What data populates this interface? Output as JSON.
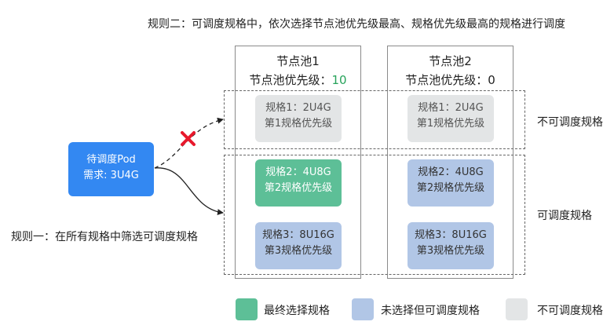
{
  "rules": {
    "rule_two": "规则二：可调度规格中，依次选择节点池优先级最高、规格优先级最高的规格进行调度",
    "rule_one": "规则一：在所有规格中筛选可调度规格"
  },
  "pod": {
    "line1": "待调度Pod",
    "line2": "需求: 3U4G"
  },
  "pools": [
    {
      "title": "节点池1",
      "priority_label": "节点池优先级：",
      "priority_value": "10",
      "flavors": [
        {
          "name": "规格1：2U4G",
          "priority": "第1规格优先级",
          "state": "not_schedulable"
        },
        {
          "name": "规格2：4U8G",
          "priority": "第2规格优先级",
          "state": "final_selected"
        },
        {
          "name": "规格3：8U16G",
          "priority": "第3规格优先级",
          "state": "schedulable_not_selected"
        }
      ]
    },
    {
      "title": "节点池2",
      "priority_label": "节点池优先级：",
      "priority_value": "0",
      "flavors": [
        {
          "name": "规格1：2U4G",
          "priority": "第1规格优先级",
          "state": "not_schedulable"
        },
        {
          "name": "规格2：4U8G",
          "priority": "第2规格优先级",
          "state": "schedulable_not_selected"
        },
        {
          "name": "规格3：8U16G",
          "priority": "第3规格优先级",
          "state": "schedulable_not_selected"
        }
      ]
    }
  ],
  "groups": {
    "not_schedulable": "不可调度规格",
    "schedulable": "可调度规格"
  },
  "legend": [
    {
      "label": "最终选择规格",
      "color": "#5dbf97"
    },
    {
      "label": "未选择但可调度规格",
      "color": "#b1c6e6"
    },
    {
      "label": "不可调度规格",
      "color": "#e3e5e6"
    }
  ],
  "colors": {
    "pod": "#3388f2",
    "high_priority_text": "#27a35b",
    "rejected_mark": "#e8192c"
  }
}
